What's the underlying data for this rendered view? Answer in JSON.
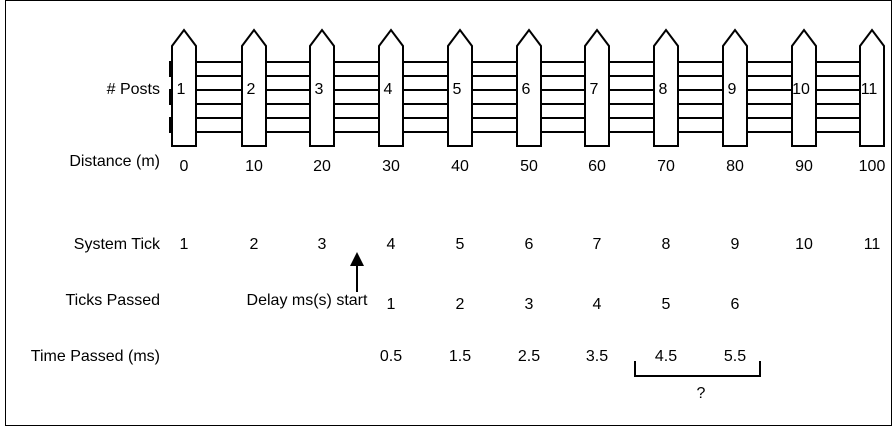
{
  "row_labels": {
    "posts": "# Posts",
    "distance": "Distance (m)",
    "system_tick": "System Tick",
    "ticks_passed": "Ticks Passed",
    "time_passed": "Time Passed (ms)"
  },
  "posts": [
    "1",
    "2",
    "3",
    "4",
    "5",
    "6",
    "7",
    "8",
    "9",
    "10",
    "11"
  ],
  "distances": [
    "0",
    "10",
    "20",
    "30",
    "40",
    "50",
    "60",
    "70",
    "80",
    "90",
    "100"
  ],
  "system_ticks": [
    "1",
    "2",
    "3",
    "4",
    "5",
    "6",
    "7",
    "8",
    "9",
    "10",
    "11"
  ],
  "ticks_passed": [
    "1",
    "2",
    "3",
    "4",
    "5",
    "6"
  ],
  "time_passed": [
    "0.5",
    "1.5",
    "2.5",
    "3.5",
    "4.5",
    "5.5"
  ],
  "annotations": {
    "delay_start": "Delay ms(s) start",
    "unknown": "?"
  },
  "colors": {
    "line": "#000000",
    "fill": "#ffffff"
  }
}
